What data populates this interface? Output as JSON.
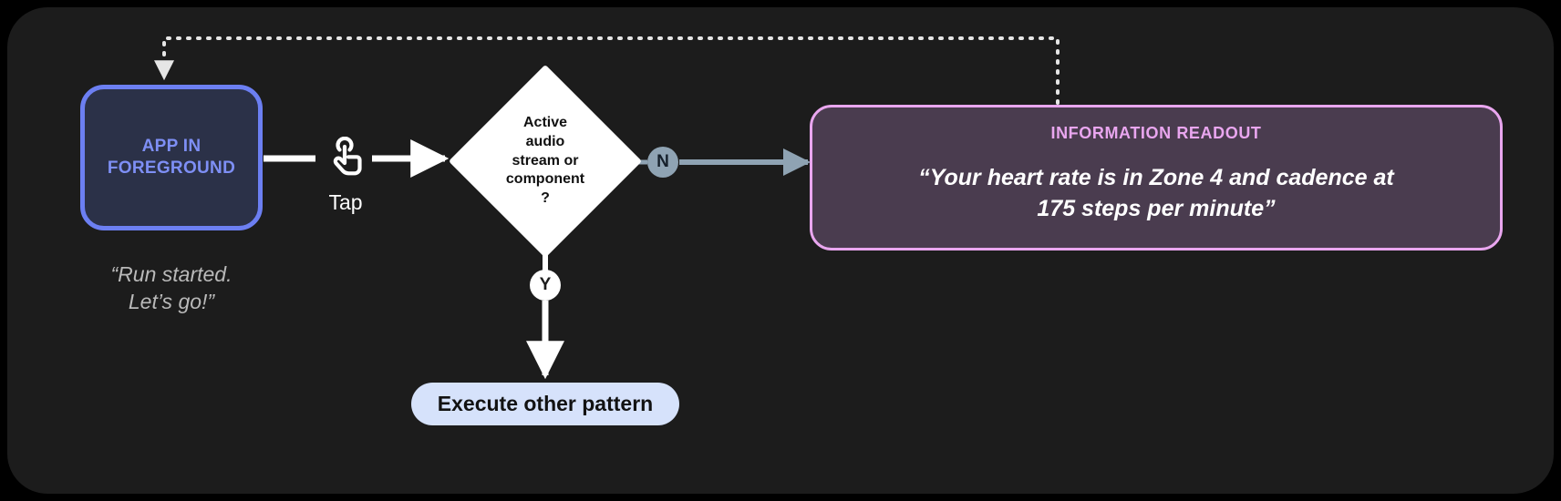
{
  "diagram": {
    "title": "Tap interaction information readout flow",
    "background": "#1c1c1c",
    "nodes": {
      "app_box": {
        "label_line1": "APP IN",
        "label_line2": "FOREGROUND",
        "caption_line1": "“Run started.",
        "caption_line2": "Let’s go!”",
        "border_color": "#6c7ff2",
        "fill_color": "#2b3148",
        "text_color": "#7e8ff5",
        "caption_color": "#b9b9b9"
      },
      "tap": {
        "label": "Tap",
        "icon": "tap-gesture-icon"
      },
      "decision": {
        "line1": "Active",
        "line2": "audio",
        "line3": "stream or",
        "line4": "component",
        "line5": "?",
        "fill_color": "#ffffff",
        "text_color": "#111111"
      },
      "branch_no": {
        "label": "N",
        "fill_color": "#8fa3b3",
        "text_color": "#16202b"
      },
      "branch_yes": {
        "label": "Y",
        "fill_color": "#ffffff",
        "text_color": "#1c1c1c"
      },
      "readout": {
        "title": "INFORMATION READOUT",
        "body_line1": "“Your heart rate is in Zone 4 and cadence at",
        "body_line2": "175 steps per minute”",
        "border_color": "#e9a6ef",
        "fill_color": "#4a3c4f",
        "title_color": "#e9a6ef",
        "body_color": "#ffffff"
      },
      "execute_pill": {
        "label": "Execute other pattern",
        "fill_color": "#d6e2fb",
        "text_color": "#121212"
      }
    },
    "connectors": {
      "app_to_tap": {
        "style": "solid",
        "color": "#ffffff"
      },
      "tap_to_decision": {
        "style": "solid-arrow",
        "color": "#ffffff"
      },
      "no_to_readout": {
        "style": "solid-arrow",
        "color": "#8fa3b3"
      },
      "yes_to_execute": {
        "style": "solid-arrow",
        "color": "#ffffff"
      },
      "readout_feedback_loop": {
        "style": "dotted-arrow",
        "color": "#e6e6e6"
      }
    }
  }
}
